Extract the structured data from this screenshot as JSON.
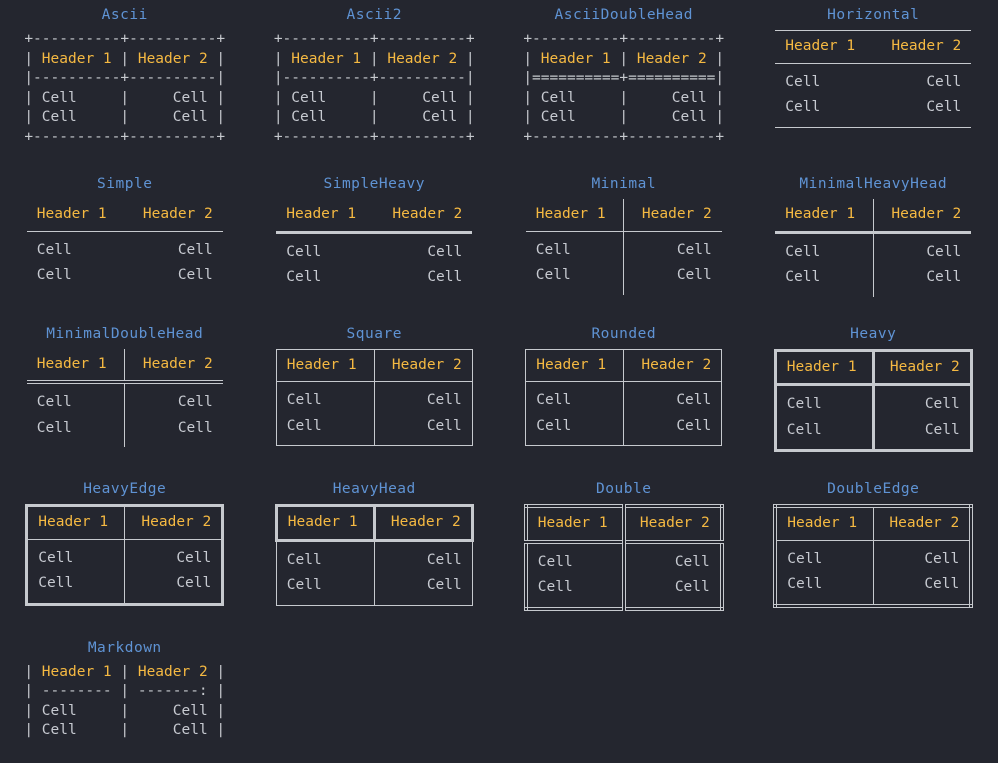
{
  "theme": {
    "background": "#24262f",
    "title_color": "#5f93d4",
    "header_color": "#f5b942",
    "cell_color": "#c7cad1",
    "line_color": "#c6c9ce"
  },
  "labels": {
    "header1": "Header 1",
    "header2": "Header 2",
    "cell": "Cell"
  },
  "tables": [
    {
      "id": "ascii",
      "title": "Ascii",
      "kind": "ascii",
      "lines": [
        {
          "text": "+----------+----------+",
          "role": "rule"
        },
        {
          "parts": [
            {
              "t": "| ",
              "role": "rule"
            },
            {
              "t": "Header 1",
              "role": "header"
            },
            {
              "t": " | ",
              "role": "rule"
            },
            {
              "t": "Header 2",
              "role": "header"
            },
            {
              "t": " |",
              "role": "rule"
            }
          ]
        },
        {
          "text": "|----------+----------|",
          "role": "rule"
        },
        {
          "parts": [
            {
              "t": "| ",
              "role": "rule"
            },
            {
              "t": "Cell    ",
              "role": "cell"
            },
            {
              "t": " | ",
              "role": "rule"
            },
            {
              "t": "    Cell",
              "role": "cell"
            },
            {
              "t": " |",
              "role": "rule"
            }
          ]
        },
        {
          "parts": [
            {
              "t": "| ",
              "role": "rule"
            },
            {
              "t": "Cell    ",
              "role": "cell"
            },
            {
              "t": " | ",
              "role": "rule"
            },
            {
              "t": "    Cell",
              "role": "cell"
            },
            {
              "t": " |",
              "role": "rule"
            }
          ]
        },
        {
          "text": "+----------+----------+",
          "role": "rule"
        }
      ]
    },
    {
      "id": "ascii2",
      "title": "Ascii2",
      "kind": "ascii",
      "lines": [
        {
          "text": "+----------+----------+",
          "role": "rule"
        },
        {
          "parts": [
            {
              "t": "| ",
              "role": "rule"
            },
            {
              "t": "Header 1",
              "role": "header"
            },
            {
              "t": " | ",
              "role": "rule"
            },
            {
              "t": "Header 2",
              "role": "header"
            },
            {
              "t": " |",
              "role": "rule"
            }
          ]
        },
        {
          "text": "|----------+----------|",
          "role": "rule"
        },
        {
          "parts": [
            {
              "t": "| ",
              "role": "rule"
            },
            {
              "t": "Cell    ",
              "role": "cell"
            },
            {
              "t": " | ",
              "role": "rule"
            },
            {
              "t": "    Cell",
              "role": "cell"
            },
            {
              "t": " |",
              "role": "rule"
            }
          ]
        },
        {
          "parts": [
            {
              "t": "| ",
              "role": "rule"
            },
            {
              "t": "Cell    ",
              "role": "cell"
            },
            {
              "t": " | ",
              "role": "rule"
            },
            {
              "t": "    Cell",
              "role": "cell"
            },
            {
              "t": " |",
              "role": "rule"
            }
          ]
        },
        {
          "text": "+----------+----------+",
          "role": "rule"
        }
      ]
    },
    {
      "id": "asciidoublehead",
      "title": "AsciiDoubleHead",
      "kind": "ascii",
      "lines": [
        {
          "text": "+----------+----------+",
          "role": "rule"
        },
        {
          "parts": [
            {
              "t": "| ",
              "role": "rule"
            },
            {
              "t": "Header 1",
              "role": "header"
            },
            {
              "t": " | ",
              "role": "rule"
            },
            {
              "t": "Header 2",
              "role": "header"
            },
            {
              "t": " |",
              "role": "rule"
            }
          ]
        },
        {
          "text": "|==========+==========|",
          "role": "rule"
        },
        {
          "parts": [
            {
              "t": "| ",
              "role": "rule"
            },
            {
              "t": "Cell    ",
              "role": "cell"
            },
            {
              "t": " | ",
              "role": "rule"
            },
            {
              "t": "    Cell",
              "role": "cell"
            },
            {
              "t": " |",
              "role": "rule"
            }
          ]
        },
        {
          "parts": [
            {
              "t": "| ",
              "role": "rule"
            },
            {
              "t": "Cell    ",
              "role": "cell"
            },
            {
              "t": " | ",
              "role": "rule"
            },
            {
              "t": "    Cell",
              "role": "cell"
            },
            {
              "t": " |",
              "role": "rule"
            }
          ]
        },
        {
          "text": "+----------+----------+",
          "role": "rule"
        }
      ]
    },
    {
      "id": "horizontal",
      "title": "Horizontal",
      "kind": "box",
      "variant": "v-horizontal"
    },
    {
      "id": "simple",
      "title": "Simple",
      "kind": "box",
      "variant": "v-simple"
    },
    {
      "id": "simpleheavy",
      "title": "SimpleHeavy",
      "kind": "box",
      "variant": "v-simpleheavy"
    },
    {
      "id": "minimal",
      "title": "Minimal",
      "kind": "box",
      "variant": "v-minimal"
    },
    {
      "id": "minimalheavyhead",
      "title": "MinimalHeavyHead",
      "kind": "box",
      "variant": "v-minimalheavyhead"
    },
    {
      "id": "minimaldoublehead",
      "title": "MinimalDoubleHead",
      "kind": "box",
      "variant": "v-minimaldoublehead"
    },
    {
      "id": "square",
      "title": "Square",
      "kind": "box",
      "variant": "v-square"
    },
    {
      "id": "rounded",
      "title": "Rounded",
      "kind": "box",
      "variant": "v-rounded"
    },
    {
      "id": "heavy",
      "title": "Heavy",
      "kind": "box",
      "variant": "v-heavy"
    },
    {
      "id": "heavyedge",
      "title": "HeavyEdge",
      "kind": "box",
      "variant": "v-heavyedge"
    },
    {
      "id": "heavyhead",
      "title": "HeavyHead",
      "kind": "box",
      "variant": "v-heavyhead"
    },
    {
      "id": "double",
      "title": "Double",
      "kind": "box",
      "variant": "v-double"
    },
    {
      "id": "doubleedge",
      "title": "DoubleEdge",
      "kind": "box",
      "variant": "v-doubleedge"
    },
    {
      "id": "markdown",
      "title": "Markdown",
      "kind": "ascii",
      "lines": [
        {
          "parts": [
            {
              "t": "| ",
              "role": "rule"
            },
            {
              "t": "Header 1",
              "role": "header"
            },
            {
              "t": " | ",
              "role": "rule"
            },
            {
              "t": "Header 2",
              "role": "header"
            },
            {
              "t": " |",
              "role": "rule"
            }
          ]
        },
        {
          "text": "| -------- | -------: |",
          "role": "rule"
        },
        {
          "parts": [
            {
              "t": "| ",
              "role": "rule"
            },
            {
              "t": "Cell    ",
              "role": "cell"
            },
            {
              "t": " | ",
              "role": "rule"
            },
            {
              "t": "    Cell",
              "role": "cell"
            },
            {
              "t": " |",
              "role": "rule"
            }
          ]
        },
        {
          "parts": [
            {
              "t": "| ",
              "role": "rule"
            },
            {
              "t": "Cell    ",
              "role": "cell"
            },
            {
              "t": " | ",
              "role": "rule"
            },
            {
              "t": "    Cell",
              "role": "cell"
            },
            {
              "t": " |",
              "role": "rule"
            }
          ]
        }
      ]
    }
  ]
}
